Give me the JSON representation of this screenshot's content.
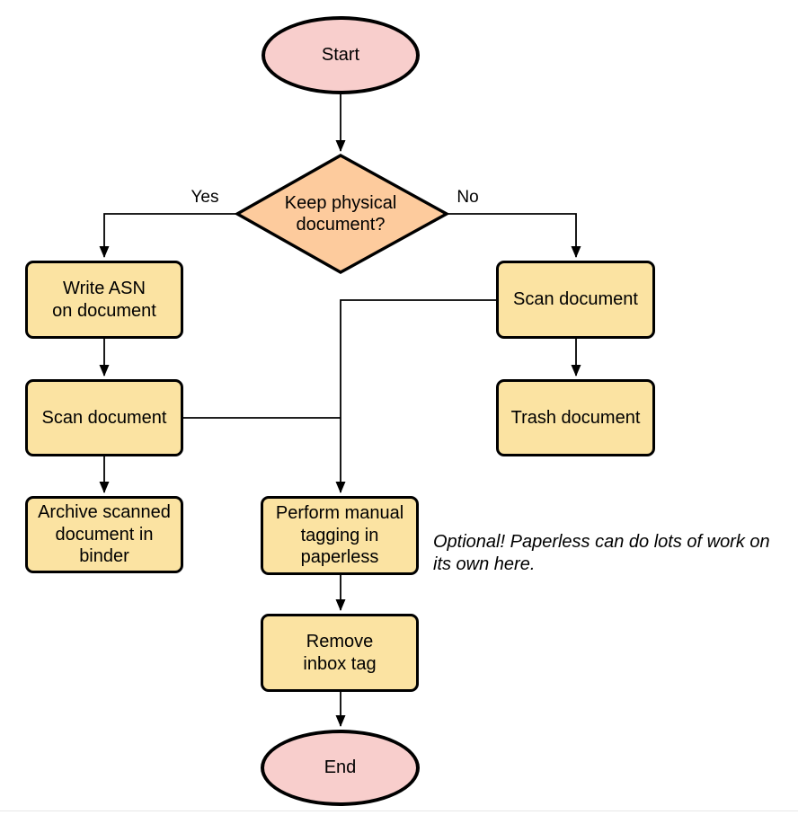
{
  "diagram": {
    "title_hint": "Paperless document intake flowchart",
    "colors": {
      "terminal_fill": "#f8cecc",
      "decision_fill": "#fdcb9d",
      "process_fill": "#fbe3a2",
      "stroke": "#000000",
      "background": "#ffffff",
      "bottom_rule": "#e7e7e7"
    },
    "nodes": {
      "start": {
        "label": "Start",
        "shape": "ellipse"
      },
      "decision": {
        "label": "Keep physical\ndocument?",
        "shape": "diamond"
      },
      "write_asn": {
        "label": "Write ASN\non document",
        "shape": "rounded-rect"
      },
      "scan_left": {
        "label": "Scan document",
        "shape": "rounded-rect"
      },
      "archive": {
        "label": "Archive scanned\ndocument in\nbinder",
        "shape": "rounded-rect"
      },
      "scan_right": {
        "label": "Scan document",
        "shape": "rounded-rect"
      },
      "trash": {
        "label": "Trash document",
        "shape": "rounded-rect"
      },
      "perform_tagging": {
        "label": "Perform manual\ntagging in\npaperless",
        "shape": "rounded-rect"
      },
      "remove_inbox": {
        "label": "Remove\ninbox tag",
        "shape": "rounded-rect"
      },
      "end": {
        "label": "End",
        "shape": "ellipse"
      }
    },
    "edge_labels": {
      "yes": "Yes",
      "no": "No"
    },
    "annotation": "Optional! Paperless can do lots of work on\nits own here."
  }
}
